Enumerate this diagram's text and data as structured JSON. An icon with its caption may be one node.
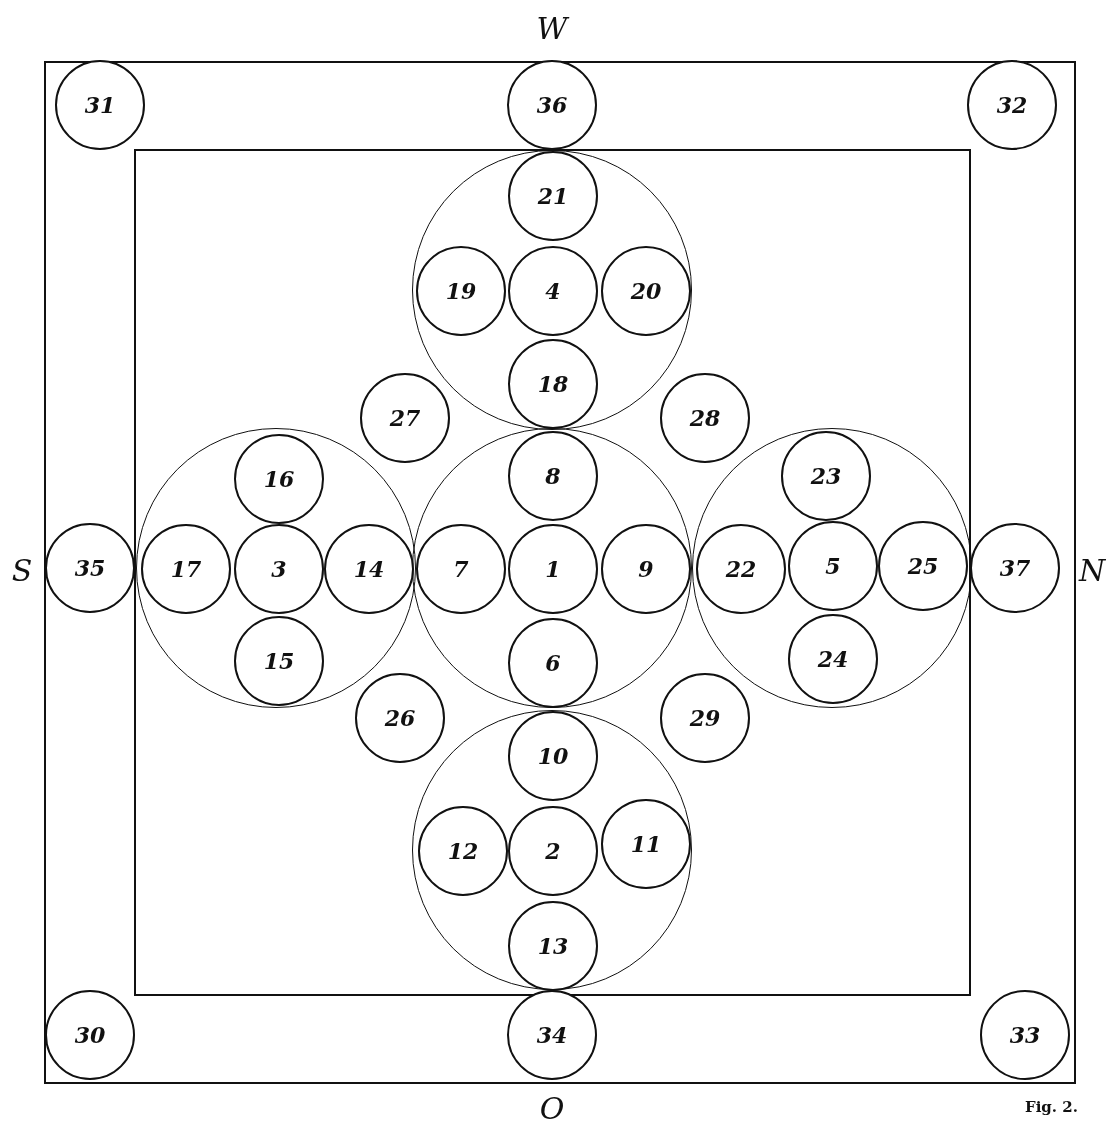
{
  "diagram": {
    "caption": "Fig. 2.",
    "nodes": [
      {
        "text": [
          "31"
        ]
      },
      {
        "text": [
          "36"
        ]
      },
      {
        "text": [
          "32"
        ]
      },
      {
        "text": [],
        "shape": "circle"
      },
      {
        "text": [
          "21"
        ],
        "in": 3
      },
      {
        "text": [
          "19"
        ],
        "in": 3
      },
      {
        "text": [
          "4"
        ],
        "in": 3
      },
      {
        "text": [
          "20"
        ],
        "in": 3
      },
      {
        "text": [
          "18"
        ],
        "in": 3
      },
      {
        "text": [
          "27"
        ]
      },
      {
        "text": [
          "28"
        ]
      },
      {
        "text": [
          "35"
        ]
      },
      {
        "text": [],
        "shape": "circle"
      },
      {
        "text": [
          "16"
        ],
        "in": 12
      },
      {
        "text": [
          "17"
        ],
        "in": 12
      },
      {
        "text": [
          "3"
        ],
        "in": 12
      },
      {
        "text": [
          "14"
        ],
        "in": 12
      },
      {
        "text": [
          "15"
        ],
        "in": 12
      },
      {
        "text": [],
        "shape": "circle"
      },
      {
        "text": [
          "8"
        ],
        "in": 18
      },
      {
        "text": [
          "7"
        ],
        "in": 18
      },
      {
        "text": [
          "1"
        ],
        "in": 18
      },
      {
        "text": [
          "9"
        ],
        "in": 18
      },
      {
        "text": [
          "6"
        ],
        "in": 18
      },
      {
        "text": [],
        "shape": "circle"
      },
      {
        "text": [
          "23"
        ],
        "in": 24
      },
      {
        "text": [
          "22"
        ],
        "in": 24
      },
      {
        "text": [
          "5"
        ],
        "in": 24
      },
      {
        "text": [
          "25"
        ],
        "in": 24
      },
      {
        "text": [
          "24"
        ],
        "in": 24
      },
      {
        "text": [
          "37"
        ]
      },
      {
        "text": [
          "26"
        ]
      },
      {
        "text": [
          "29"
        ]
      },
      {
        "text": [],
        "shape": "circle"
      },
      {
        "text": [
          "10"
        ],
        "in": 33
      },
      {
        "text": [
          "12"
        ],
        "in": 33
      },
      {
        "text": [
          "2"
        ],
        "in": 33
      },
      {
        "text": [
          "11"
        ],
        "in": 33
      },
      {
        "text": [
          "13"
        ],
        "in": 33
      },
      {
        "text": [
          "30"
        ]
      },
      {
        "text": [
          "34"
        ]
      },
      {
        "text": [
          "33"
        ]
      }
    ],
    "edges": [],
    "labels": [
      "W",
      "S",
      "N",
      "O"
    ]
  }
}
